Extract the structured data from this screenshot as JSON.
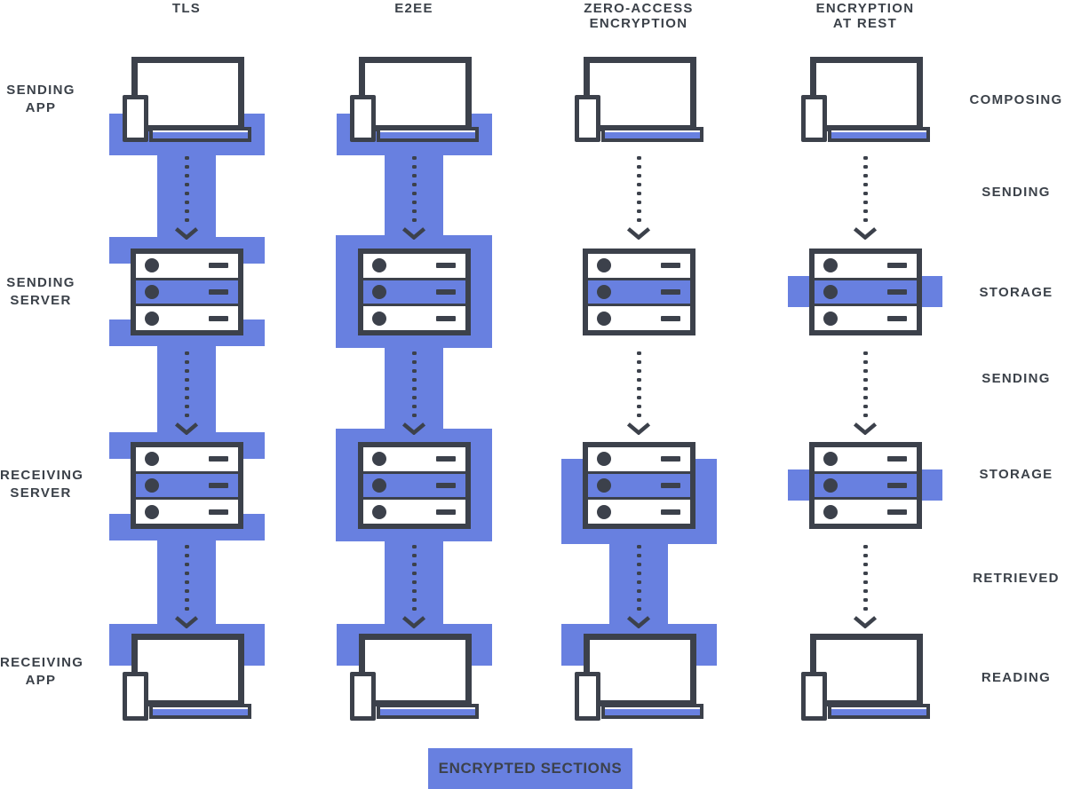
{
  "colors": {
    "encrypted_blue": "#6880E0",
    "outline_dark": "#3C414B",
    "label_text": "#3B4149",
    "background": "#FFFFFF"
  },
  "headers": [
    {
      "label": "TLS"
    },
    {
      "label": "E2EE"
    },
    {
      "label": "ZERO-ACCESS\nENCRYPTION"
    },
    {
      "label": "ENCRYPTION\nAT REST"
    }
  ],
  "left_labels": [
    {
      "label": "SENDING\nAPP"
    },
    {
      "label": "SENDING\nSERVER"
    },
    {
      "label": "RECEIVING\nSERVER"
    },
    {
      "label": "RECEIVING\nAPP"
    }
  ],
  "right_labels": [
    {
      "label": "COMPOSING"
    },
    {
      "label": "SENDING"
    },
    {
      "label": "STORAGE"
    },
    {
      "label": "SENDING"
    },
    {
      "label": "STORAGE"
    },
    {
      "label": "RETRIEVED"
    },
    {
      "label": "READING"
    }
  ],
  "legend": {
    "label": "ENCRYPTED SECTIONS"
  },
  "diagram": {
    "columns": [
      {
        "name": "tls",
        "nodes": [
          "laptop",
          "server",
          "server",
          "laptop"
        ],
        "encrypted": {
          "app_top": true,
          "transit1": true,
          "server1": "edges",
          "transit2": true,
          "server2": "edges",
          "transit3": true,
          "app_bottom": true
        }
      },
      {
        "name": "e2ee",
        "nodes": [
          "laptop",
          "server",
          "server",
          "laptop"
        ],
        "encrypted": {
          "app_top": true,
          "transit1": true,
          "server1": "full",
          "transit2": true,
          "server2": "full",
          "transit3": true,
          "app_bottom": true
        }
      },
      {
        "name": "zero-access-encryption",
        "nodes": [
          "laptop",
          "server",
          "server",
          "laptop"
        ],
        "encrypted": {
          "app_top": false,
          "transit1": false,
          "server1": "none",
          "transit2": false,
          "server2": "lower-half",
          "transit3": true,
          "app_bottom": true
        }
      },
      {
        "name": "encryption-at-rest",
        "nodes": [
          "laptop",
          "server",
          "server",
          "laptop"
        ],
        "encrypted": {
          "app_top": false,
          "transit1": false,
          "server1": "middle-band",
          "transit2": false,
          "server2": "middle-band",
          "transit3": false,
          "app_bottom": false
        }
      }
    ]
  }
}
